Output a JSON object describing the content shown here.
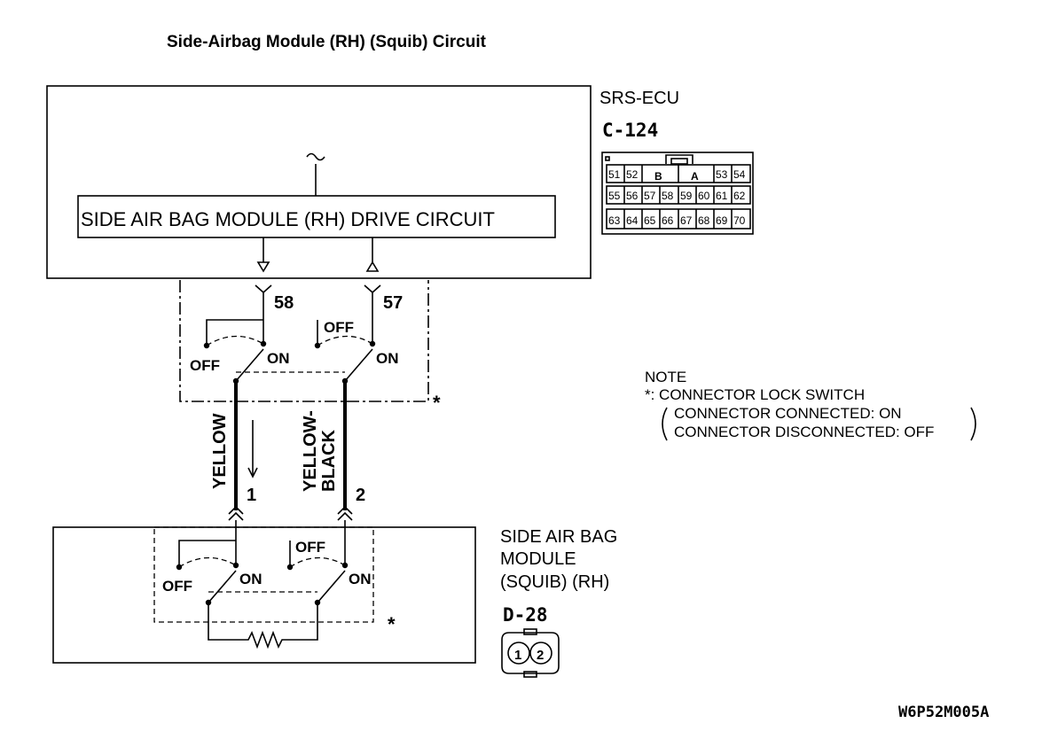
{
  "title": "Side-Airbag Module (RH) (Squib) Circuit",
  "ecu": {
    "name": "SRS-ECU",
    "connector": "C-124",
    "drive_circuit": "SIDE AIR BAG MODULE (RH)  DRIVE CIRCUIT",
    "terminal_a": "58",
    "terminal_b": "57",
    "connector_pins_row1": [
      "51",
      "52",
      "B",
      "A",
      "53",
      "54"
    ],
    "connector_pins_row2": [
      "55",
      "56",
      "57",
      "58",
      "59",
      "60",
      "61",
      "62"
    ],
    "connector_pins_row3": [
      "63",
      "64",
      "65",
      "66",
      "67",
      "68",
      "69",
      "70"
    ]
  },
  "switch": {
    "off": "OFF",
    "on": "ON",
    "mark": "*"
  },
  "wires": {
    "wire1_color": "YELLOW",
    "wire2_color_1": "YELLOW-",
    "wire2_color_2": "BLACK",
    "wire1_num": "1",
    "wire2_num": "2"
  },
  "module": {
    "line1": "SIDE AIR BAG",
    "line2": "MODULE",
    "line3": "(SQUIB) (RH)",
    "connector": "D-28",
    "pins": [
      "1",
      "2"
    ]
  },
  "note": {
    "header": "NOTE",
    "line1": "*: CONNECTOR LOCK SWITCH",
    "line2": "CONNECTOR CONNECTED: ON",
    "line3": "CONNECTOR DISCONNECTED: OFF"
  },
  "figure_code": "W6P52M005A"
}
